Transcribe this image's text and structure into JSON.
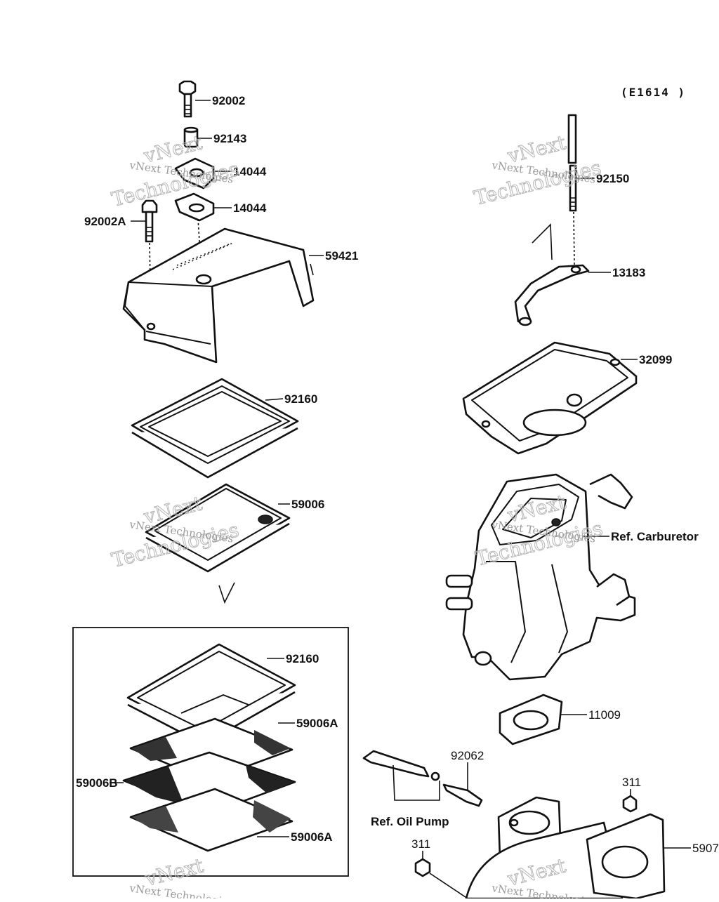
{
  "diagram_code": "(E1614 )",
  "callouts": {
    "p92002": "92002",
    "p92143": "92143",
    "p14044_a": "14044",
    "p14044_b": "14044",
    "p92002A": "92002A",
    "p59421": "59421",
    "p92160_a": "92160",
    "p59006": "59006",
    "p92160_b": "92160",
    "p59006A_a": "59006A",
    "p59006B": "59006B",
    "p59006A_b": "59006A",
    "p92150": "92150",
    "p13183": "13183",
    "p32099": "32099",
    "ref_carburetor": "Ref. Carburetor",
    "p11009": "11009",
    "p92062": "92062",
    "ref_oil_pump": "Ref. Oil Pump",
    "p311_a": "311",
    "p311_b": "311",
    "p5907": "5907"
  },
  "watermark": {
    "line1": "vNext Technologies",
    "line2": "Technologies",
    "line3": "vNext"
  }
}
